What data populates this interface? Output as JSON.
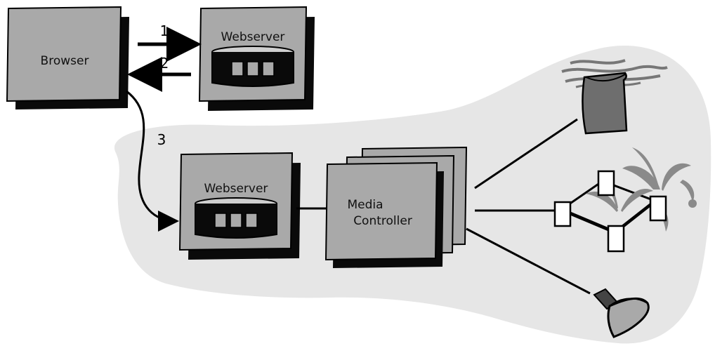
{
  "nodes": {
    "browser": {
      "label": "Browser"
    },
    "webserver_remote": {
      "label": "Webserver"
    },
    "webserver_local": {
      "label": "Webserver"
    },
    "media_controller": {
      "label_line1": "Media",
      "label_line2": "Controller"
    }
  },
  "arrows": {
    "step1": "1",
    "step2": "2",
    "step3": "3"
  },
  "devices": {
    "top": "steaming-tower-icon",
    "middle": "fountain-icon",
    "bottom": "spotlight-icon"
  },
  "colors": {
    "box_fill": "#a9a9a9",
    "box_shadow": "#0a0a0a",
    "cloud": "#e6e6e6",
    "line": "#000000",
    "device_dark": "#6e6e6e"
  }
}
